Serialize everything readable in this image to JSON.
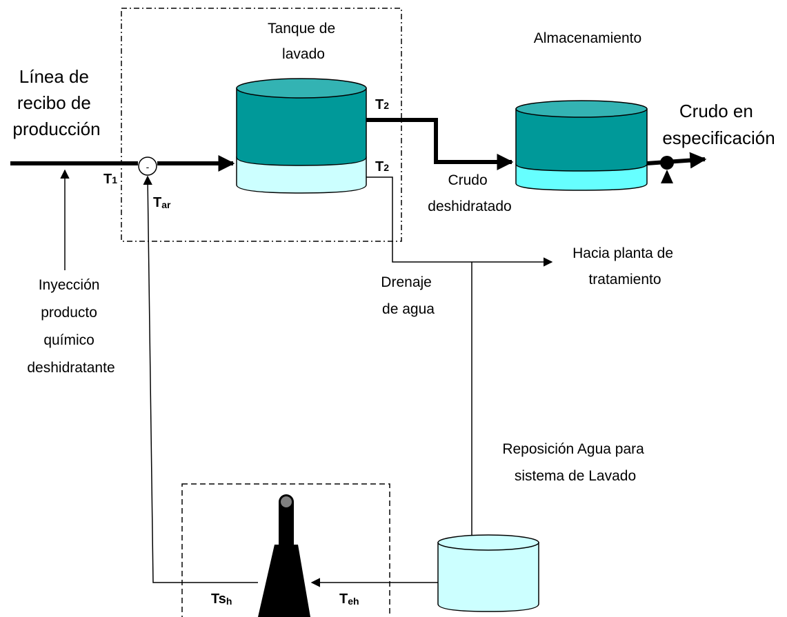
{
  "labels": {
    "linea_recibo": [
      "Línea de",
      "recibo de",
      "producción"
    ],
    "tanque_lavado": [
      "Tanque de",
      "lavado"
    ],
    "almacenamiento": "Almacenamiento",
    "crudo_espec": [
      "Crudo en",
      "especificación"
    ],
    "crudo_deshidratado": [
      "Crudo",
      "deshidratado"
    ],
    "hacia_planta": [
      "Hacia planta de",
      "tratamiento"
    ],
    "drenaje": [
      "Drenaje",
      "de agua"
    ],
    "inyeccion": [
      "Inyección",
      "producto",
      "químico",
      "deshidratante"
    ],
    "reposicion": [
      "Reposición Agua para",
      "sistema de  Lavado"
    ]
  },
  "tags": {
    "t1": {
      "main": "T",
      "sub": "1"
    },
    "tar": {
      "main": "T",
      "sub": "ar"
    },
    "t2_top": {
      "main": "T",
      "sub": "2"
    },
    "t2_bottom": {
      "main": "T",
      "sub": "2"
    },
    "tsh": {
      "main": "Ts",
      "sub": "h"
    },
    "teh": {
      "main": "T",
      "sub": "eh"
    }
  },
  "mixer_symbol": "-",
  "colors": {
    "oil": "#009999",
    "oil_top": "#33b3b3",
    "water_wash": "#ccffff",
    "water_storage": "#66ffff",
    "water_tank": "#ccffff",
    "line": "#000000"
  }
}
